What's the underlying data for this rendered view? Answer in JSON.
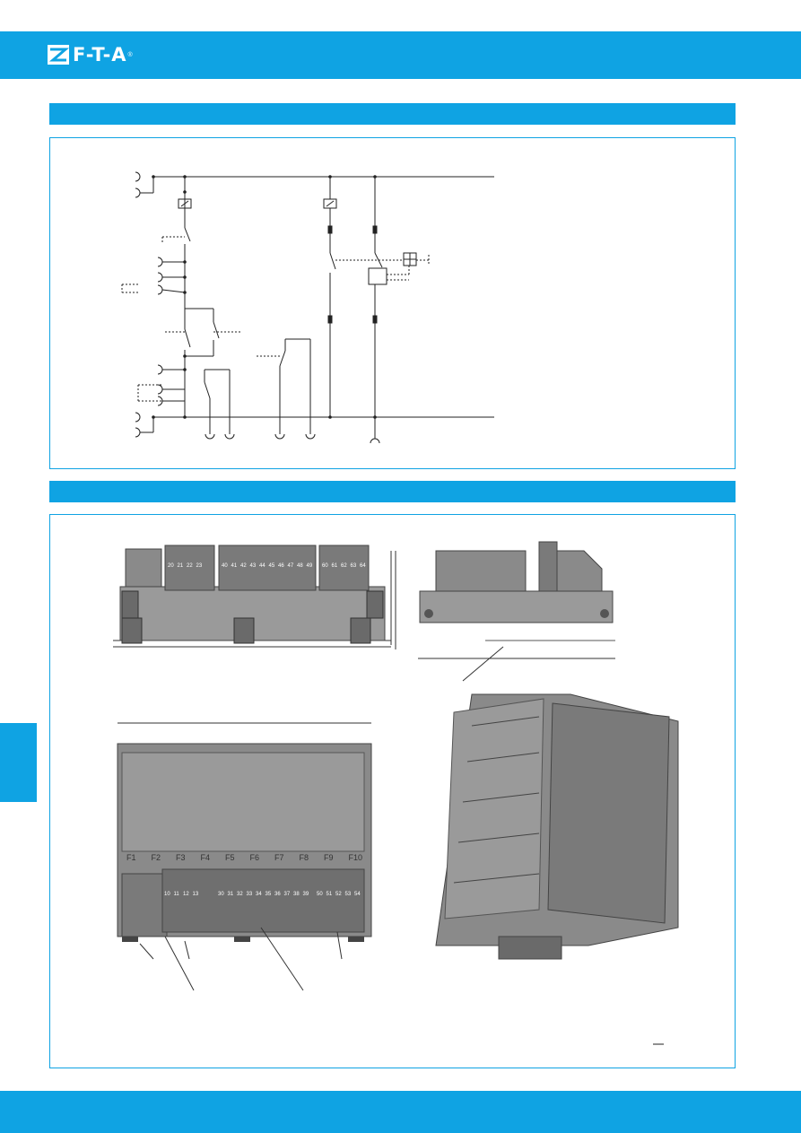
{
  "header": {
    "brand": "F-T-A",
    "registered_mark": "®"
  },
  "dimensions_view": {
    "fuse_labels": [
      "F1",
      "F2",
      "F3",
      "F4",
      "F5",
      "F6",
      "F7",
      "F8",
      "F9",
      "F10"
    ],
    "terminal_groups": [
      [
        "10",
        "11",
        "12",
        "13"
      ],
      [
        "30",
        "31",
        "32",
        "33",
        "34",
        "35",
        "36",
        "37",
        "38",
        "39"
      ],
      [
        "50",
        "51",
        "52",
        "53",
        "54"
      ]
    ],
    "front_terminal_groups": [
      [
        "20",
        "21",
        "22",
        "23"
      ],
      [
        "40",
        "41",
        "42",
        "43",
        "44",
        "45",
        "46",
        "47",
        "48",
        "49"
      ],
      [
        "60",
        "61",
        "62",
        "63",
        "64"
      ]
    ]
  },
  "colors": {
    "accent": "#0fa3e3",
    "housing": "#8a8a8a",
    "housing_dark": "#5a5a5a"
  }
}
